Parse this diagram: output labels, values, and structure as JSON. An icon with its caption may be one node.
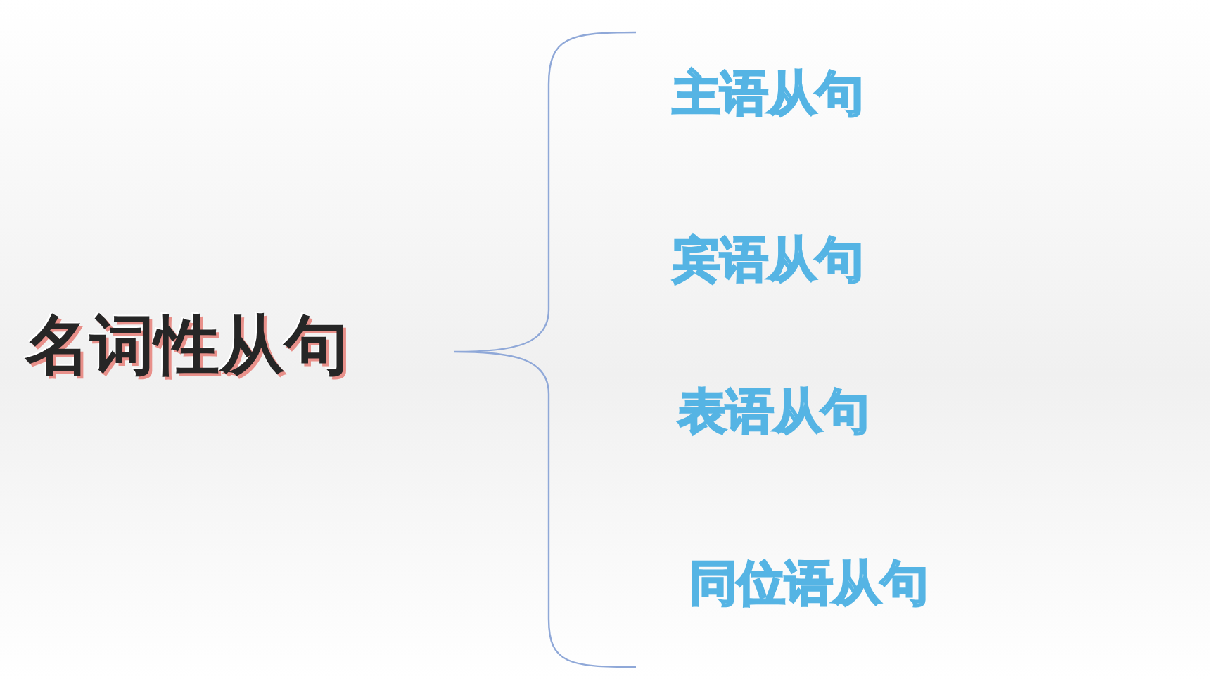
{
  "diagram": {
    "labels": [
      "名词性从句",
      "主语从句",
      "宾语从句",
      "表语从句",
      "同位语从句"
    ]
  }
}
